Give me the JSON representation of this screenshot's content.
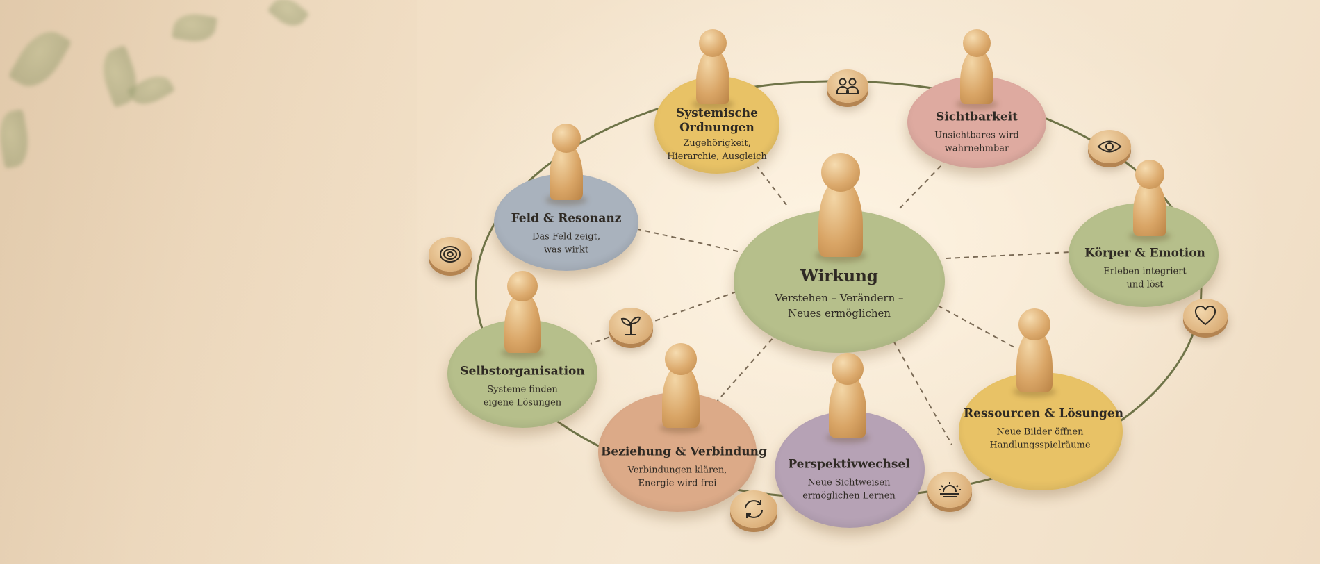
{
  "center": {
    "title": "Wirkung",
    "subtitle": "Verstehen – Verändern – Neues ermöglichen"
  },
  "nodes": [
    {
      "key": "systemische",
      "title": "Systemische Ordnungen",
      "subtitle": "Zugehörigkeit, Hierarchie, Ausgleich",
      "color": "#e8c266"
    },
    {
      "key": "sichtbarkeit",
      "title": "Sichtbarkeit",
      "subtitle": "Unsichtbares wird wahrnehmbar",
      "color": "#deaaa0"
    },
    {
      "key": "feld",
      "title": "Feld & Resonanz",
      "subtitle": "Das Feld zeigt, was wirkt",
      "color": "#a9b2bd"
    },
    {
      "key": "koerper",
      "title": "Körper & Emotion",
      "subtitle": "Erleben integriert und löst",
      "color": "#b6bf8b"
    },
    {
      "key": "selbst",
      "title": "Selbstorganisation",
      "subtitle": "Systeme finden eigene Lösungen",
      "color": "#b6bf8b"
    },
    {
      "key": "ressourcen",
      "title": "Ressourcen & Lösungen",
      "subtitle": "Neue Bilder öffnen Handlungsspielräume",
      "color": "#e8c266"
    },
    {
      "key": "beziehung",
      "title": "Beziehung & Verbindung",
      "subtitle": "Verbindungen klären, Energie wird frei",
      "color": "#dcaa88"
    },
    {
      "key": "perspektiv",
      "title": "Perspektivwechsel",
      "subtitle": "Neue Sichtweisen ermöglichen Lernen",
      "color": "#b6a2b5"
    }
  ],
  "center_color": "#b6bf8b",
  "tokens": [
    {
      "icon": "people-icon"
    },
    {
      "icon": "eye-icon"
    },
    {
      "icon": "target-icon"
    },
    {
      "icon": "heart-icon"
    },
    {
      "icon": "sprout-icon"
    },
    {
      "icon": "sunrise-icon"
    },
    {
      "icon": "cycle-arrows-icon"
    }
  ]
}
